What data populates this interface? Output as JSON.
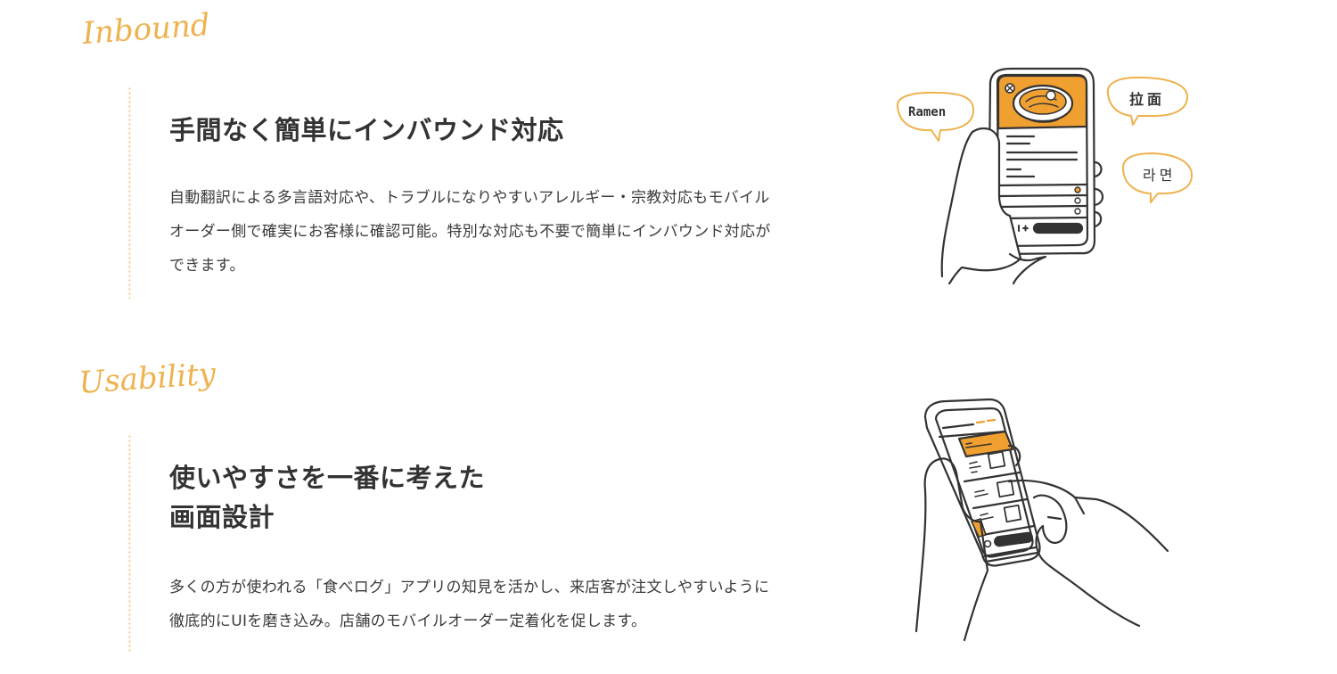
{
  "colors": {
    "accent": "#eeb24e",
    "illustration_orange": "#f0a030",
    "text": "#333333",
    "line": "#333333"
  },
  "sections": [
    {
      "label": "Inbound",
      "heading_lines": [
        "手間なく簡単にインバウンド対応"
      ],
      "body": "自動翻訳による多言語対応や、トラブルになりやすいアレルギー・宗教対応もモバイルオーダー側で確実にお客様に確認可能。特別な対応も不要で簡単にインバウンド対応ができます。",
      "illustration": {
        "icon": "phone-in-hand-ramen-illustration",
        "bubbles": [
          "Ramen",
          "拉面",
          "라면"
        ],
        "stepper": "− 1 +"
      }
    },
    {
      "label": "Usability",
      "heading_lines": [
        "使いやすさを一番に考えた",
        "画面設計"
      ],
      "body": "多くの方が使われる「食べログ」アプリの知見を活かし、来店客が注文しやすいように徹底的にUIを磨き込み。店舗のモバイルオーダー定着化を促します。",
      "illustration": {
        "icon": "two-hands-using-phone-illustration"
      }
    }
  ]
}
